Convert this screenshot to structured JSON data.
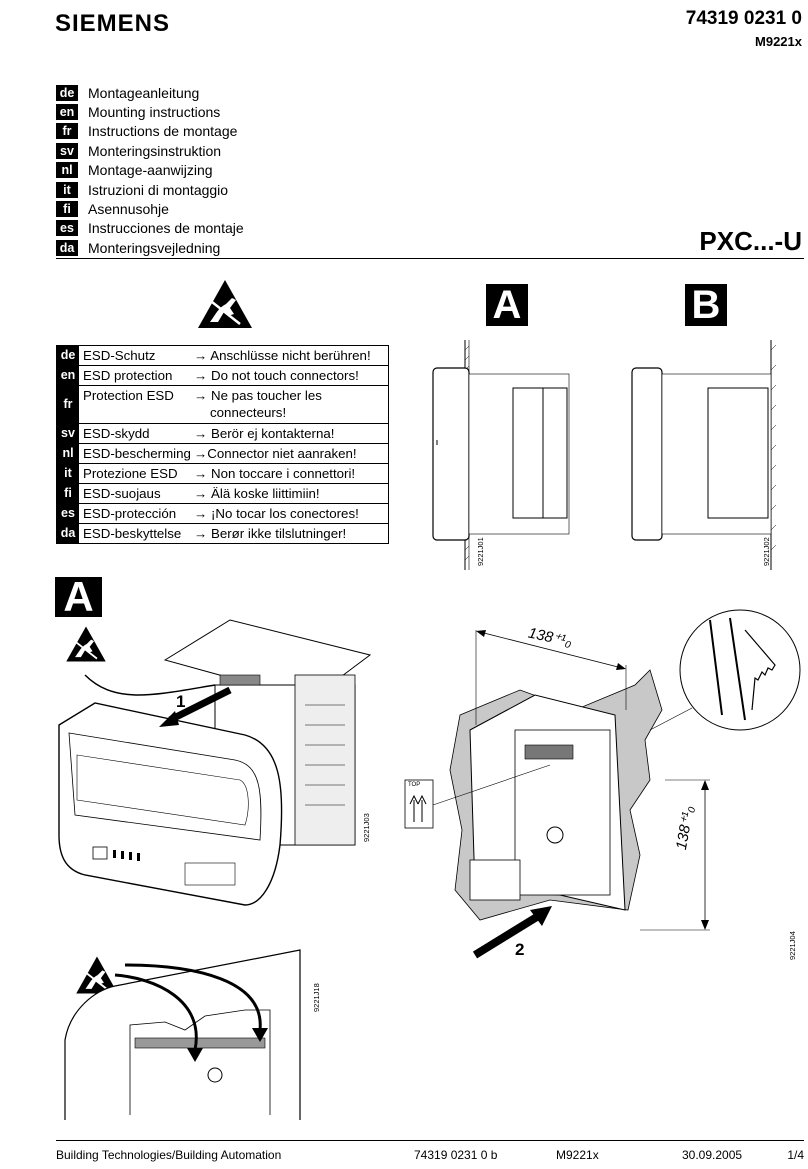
{
  "header": {
    "brand": "SIEMENS",
    "doc_number": "74319 0231 0",
    "doc_code": "M9221x",
    "product": "PXC...-U"
  },
  "languages": [
    {
      "code": "de",
      "title": "Montageanleitung"
    },
    {
      "code": "en",
      "title": "Mounting instructions"
    },
    {
      "code": "fr",
      "title": "Instructions de montage"
    },
    {
      "code": "sv",
      "title": "Monteringsinstruktion"
    },
    {
      "code": "nl",
      "title": "Montage-aanwijzing"
    },
    {
      "code": "it",
      "title": "Istruzioni di montaggio"
    },
    {
      "code": "fi",
      "title": "Asennusohje"
    },
    {
      "code": "es",
      "title": "Instrucciones de montaje"
    },
    {
      "code": "da",
      "title": "Monteringsvejledning"
    }
  ],
  "esd": [
    {
      "code": "de",
      "label": "ESD-Schutz",
      "msg": "→ Anschlüsse nicht berühren!",
      "msg2": ""
    },
    {
      "code": "en",
      "label": "ESD protection",
      "msg": "→ Do not touch connectors!",
      "msg2": ""
    },
    {
      "code": "fr",
      "label": "Protection ESD",
      "msg": "→ Ne pas toucher les",
      "msg2": "connecteurs!"
    },
    {
      "code": "sv",
      "label": "ESD-skydd",
      "msg": "→ Berör ej kontakterna!",
      "msg2": ""
    },
    {
      "code": "nl",
      "label": "ESD-bescherming",
      "msg": "→Connector niet aanraken!",
      "msg2": ""
    },
    {
      "code": "it",
      "label": "Protezione ESD",
      "msg": "→ Non toccare i connettori!",
      "msg2": ""
    },
    {
      "code": "fi",
      "label": "ESD-suojaus",
      "msg": "→ Älä koske liittimiin!",
      "msg2": ""
    },
    {
      "code": "es",
      "label": "ESD-protección",
      "msg": "→ ¡No tocar los conectores!",
      "msg2": ""
    },
    {
      "code": "da",
      "label": "ESD-beskyttelse",
      "msg": "→ Berør ikke tilslutninger!",
      "msg2": ""
    }
  ],
  "figures": {
    "box_a": "A",
    "box_b": "B",
    "box_a_large": "A",
    "fig_a_id": "9221J01",
    "fig_b_id": "9221J02",
    "fig_mount_id": "9221J03",
    "fig_dim_id": "9221J04",
    "fig_esd_id": "9221J18",
    "step1": "1",
    "step2": "2",
    "dim_width": "138⁺¹₀",
    "dim_height": "138⁺¹₀",
    "top_label": "TOP"
  },
  "footer": {
    "division": "Building Technologies/Building Automation",
    "doc_rev": "74319 0231 0 b",
    "code": "M9221x",
    "date": "30.09.2005",
    "page": "1/4"
  }
}
